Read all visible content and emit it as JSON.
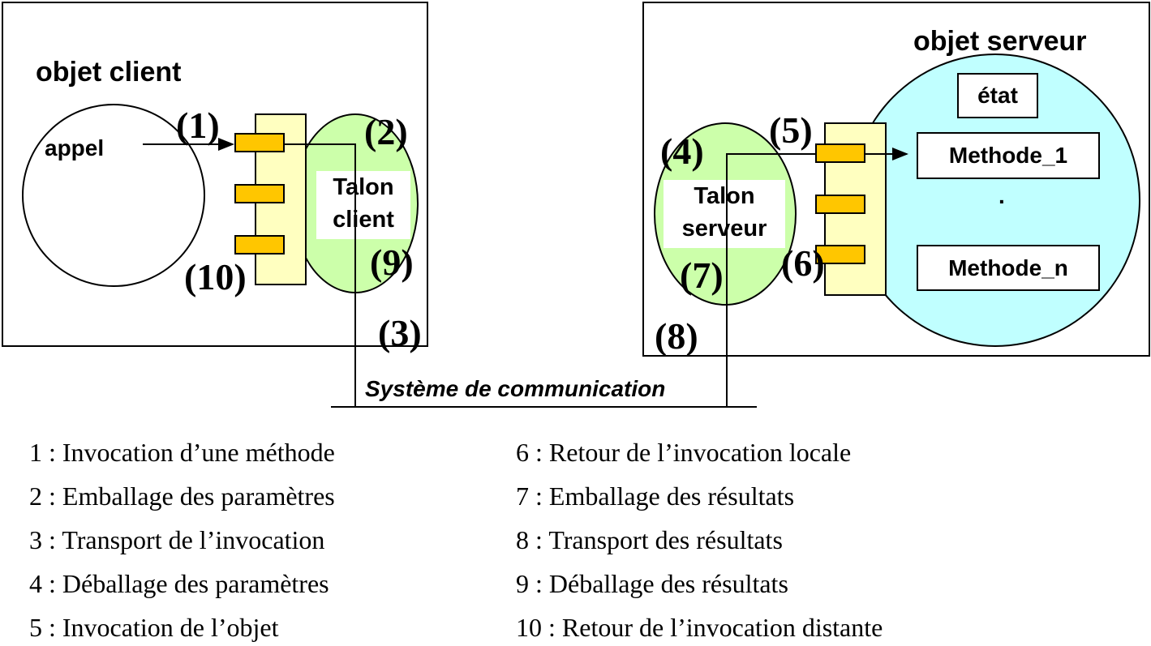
{
  "client": {
    "title": "objet client",
    "call_label": "appel",
    "stub_line1": "Talon",
    "stub_line2": "client"
  },
  "server": {
    "title": "objet serveur",
    "state_label": "état",
    "method_first": "Methode_1",
    "method_dots": ".",
    "method_last": "Methode_n",
    "stub_line1": "Talon",
    "stub_line2": "serveur"
  },
  "comm_system": "Système de communication",
  "markers": {
    "m1": "(1)",
    "m2": "(2)",
    "m3": "(3)",
    "m4": "(4)",
    "m5": "(5)",
    "m6": "(6)",
    "m7": "(7)",
    "m8": "(8)",
    "m9": "(9)",
    "m10": "(10)"
  },
  "legend": {
    "left": [
      "1 : Invocation  d’une méthode",
      "2 : Emballage des paramètres",
      "3 : Transport de l’invocation",
      "4 : Déballage des paramètres",
      "5 : Invocation  de l’objet"
    ],
    "right": [
      "6 : Retour de l’invocation locale",
      "7 : Emballage des résultats",
      "8 : Transport des résultats",
      "9 : Déballage des résultats",
      "10 : Retour de l’invocation distante"
    ]
  },
  "colors": {
    "stub_fill": "#ccffaa",
    "server_fill": "#c0ffff",
    "skeleton_fill": "#ffffc0",
    "port_fill": "#ffc600"
  }
}
